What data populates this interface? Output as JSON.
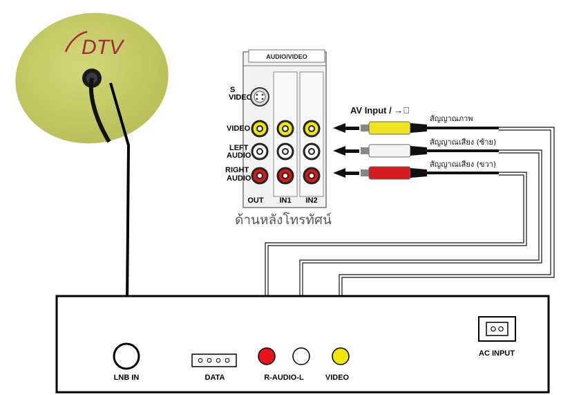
{
  "dish": {
    "logo_text": "DTV"
  },
  "tv_panel": {
    "header": "AUDIO/VIDEO",
    "row_labels": {
      "svideo": [
        "S",
        "VIDEO"
      ],
      "video": [
        "VIDEO"
      ],
      "left_audio": [
        "LEFT",
        "AUDIO"
      ],
      "right_audio": [
        "RIGHT",
        "AUDIO"
      ]
    },
    "columns": [
      "OUT",
      "IN1",
      "IN2"
    ],
    "caption": "ด้านหลังโทรทัศน์"
  },
  "cable": {
    "av_input_label": "AV Input / →⃝",
    "signals": {
      "video": "สัญญาณภาพ",
      "left": "สัญญาณเสียง (ซ้าย)",
      "right": "สัญญาณเสียง (ขวา)"
    }
  },
  "receiver": {
    "lnb_label": "LNB IN",
    "data_label": "DATA",
    "audio_label": "R-AUDIO-L",
    "video_label": "VIDEO",
    "ac_label": "AC INPUT"
  },
  "colors": {
    "dish": "#c4c862",
    "jack_yellow": "#f2e600",
    "jack_red": "#e8141b",
    "plug_red": "#d41e1e",
    "plug_white": "#f4f4f4",
    "plug_yellow": "#f0e420"
  }
}
